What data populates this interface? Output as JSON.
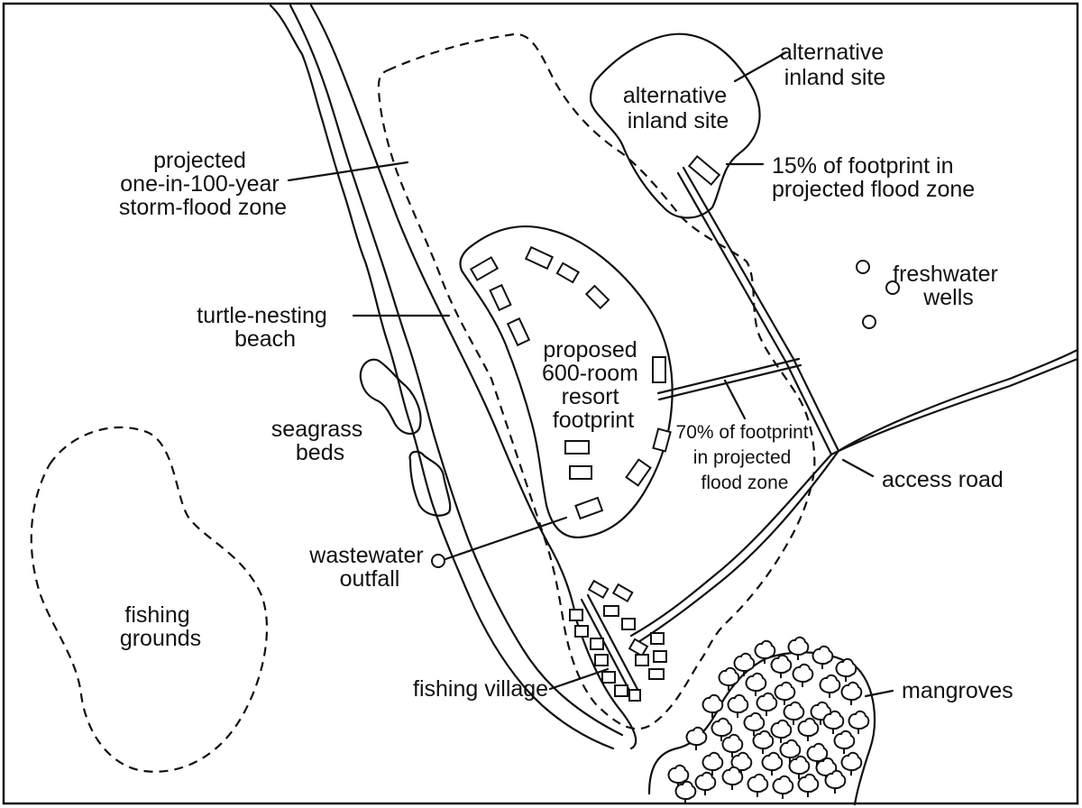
{
  "labels": {
    "alt_site_outer": [
      "alternative",
      "inland site"
    ],
    "alt_site_inner": [
      "alternative",
      "inland site"
    ],
    "alt_flood": [
      "15% of footprint in",
      "projected flood zone"
    ],
    "storm_zone": [
      "projected",
      "one-in-100-year",
      "storm-flood zone"
    ],
    "freshwater_wells": [
      "freshwater",
      "wells"
    ],
    "turtle_beach": [
      "turtle-nesting",
      "beach"
    ],
    "resort": [
      "proposed",
      "600-room",
      "resort",
      "footprint"
    ],
    "seagrass": [
      "seagrass",
      "beds"
    ],
    "resort_flood": [
      "70% of footprint",
      "in projected",
      "flood zone"
    ],
    "access_road": "access road",
    "wastewater": [
      "wastewater",
      "outfall"
    ],
    "fishing_grounds": [
      "fishing",
      "grounds"
    ],
    "fishing_village": "fishing village",
    "mangroves": "mangroves"
  }
}
